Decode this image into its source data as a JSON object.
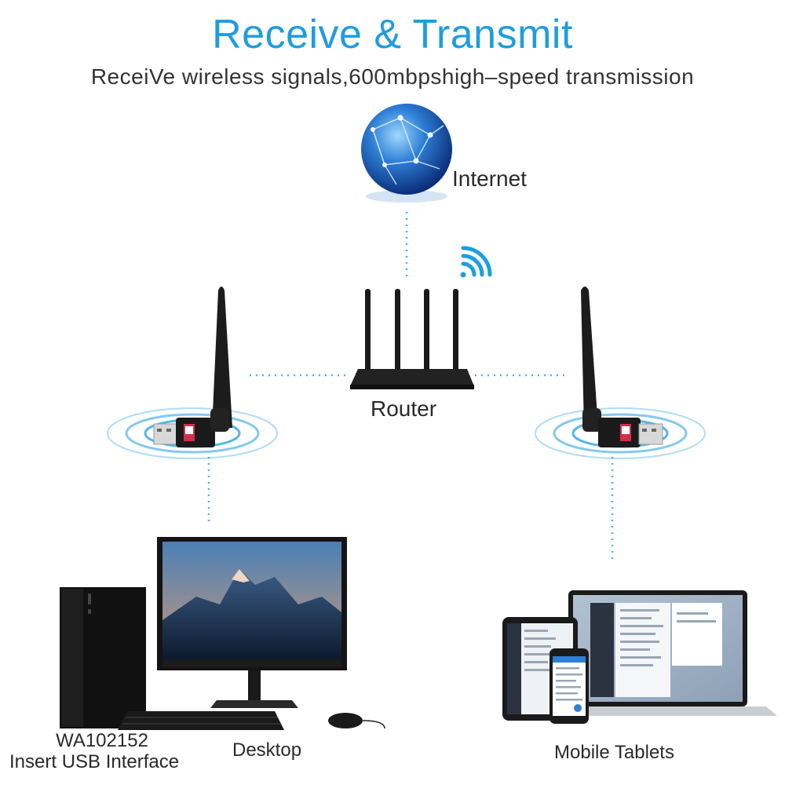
{
  "header": {
    "title": "Receive & Transmit",
    "subtitle": "ReceiVe wireless signals,600mbpshigh–speed transmission"
  },
  "labels": {
    "internet": "Internet",
    "router": "Router",
    "model": "WA102152",
    "insert": "Insert USB Interface",
    "desktop": "Desktop",
    "mobile": "Mobile Tablets"
  },
  "colors": {
    "accent": "#1e9de0",
    "dotted_line": "#4fb4e6",
    "device_black": "#1a1a1a"
  }
}
